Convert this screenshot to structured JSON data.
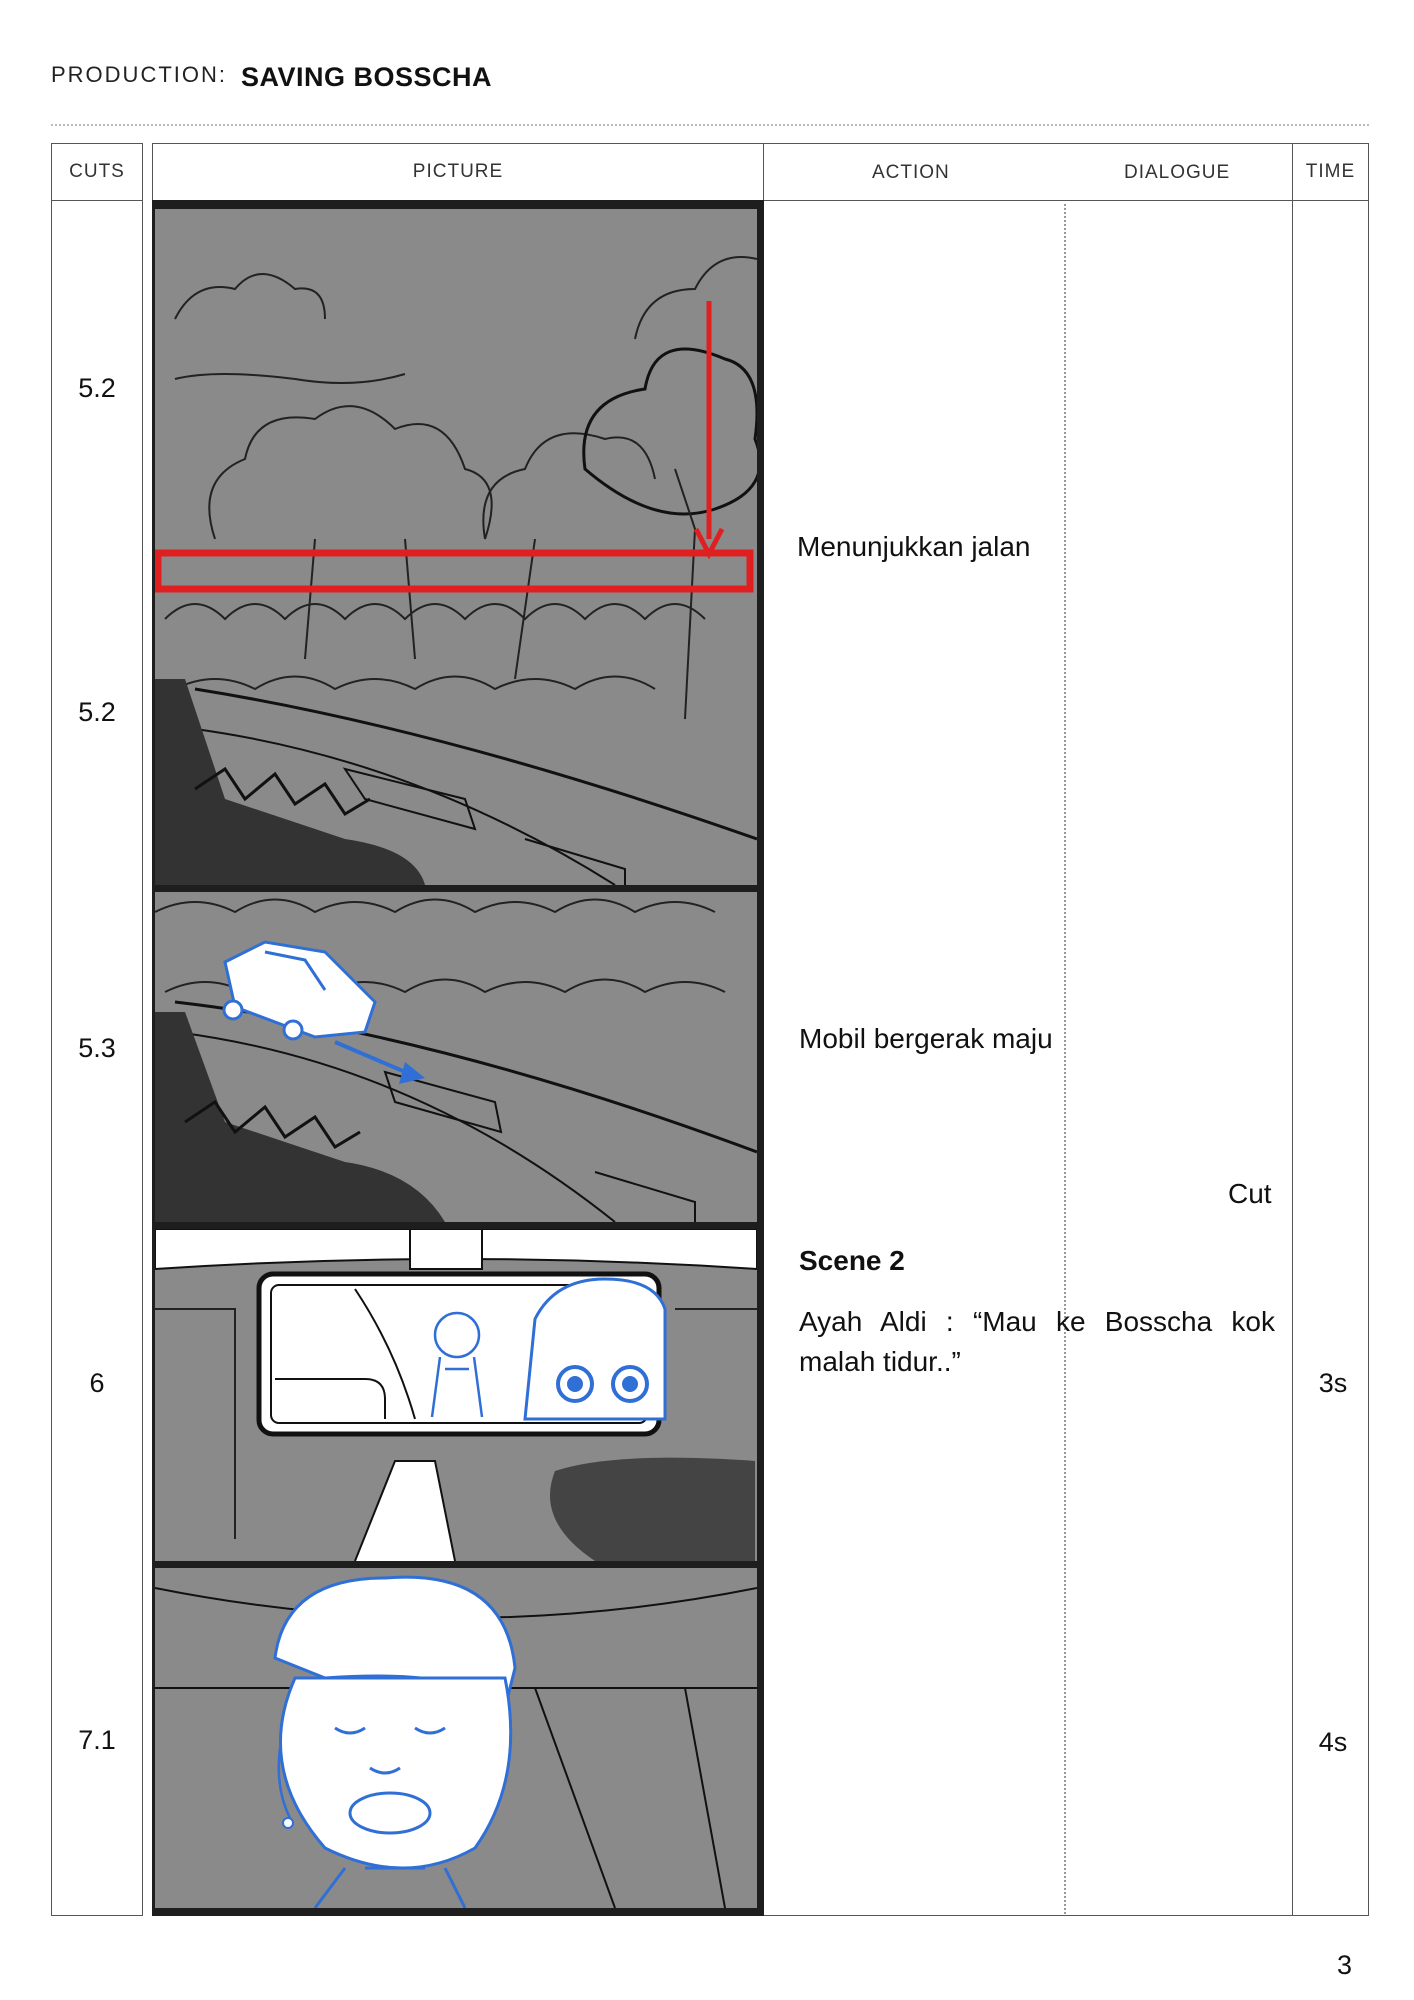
{
  "header": {
    "production_label": "PRODUCTION:",
    "production_title": "SAVING BOSSCHA"
  },
  "columns": {
    "cuts": "CUTS",
    "picture": "PICTURE",
    "action": "ACTION",
    "dialogue": "DIALOGUE",
    "time": "TIME"
  },
  "cuts": [
    "5.2",
    "5.2",
    "5.3",
    "6",
    "7.1"
  ],
  "actions": {
    "a1": "Menunjukkan jalan",
    "a2": "Mobil bergerak maju",
    "cut": "Cut",
    "scene_title": "Scene 2",
    "dialogue": "Ayah Aldi : “Mau ke Bosscha kok malah tidur..”"
  },
  "times": {
    "t1": "3s",
    "t2": "4s"
  },
  "page_number": "3",
  "colors": {
    "annotation_red": "#e02020",
    "annotation_blue": "#2f6fd6",
    "panel_gray": "#888888"
  }
}
